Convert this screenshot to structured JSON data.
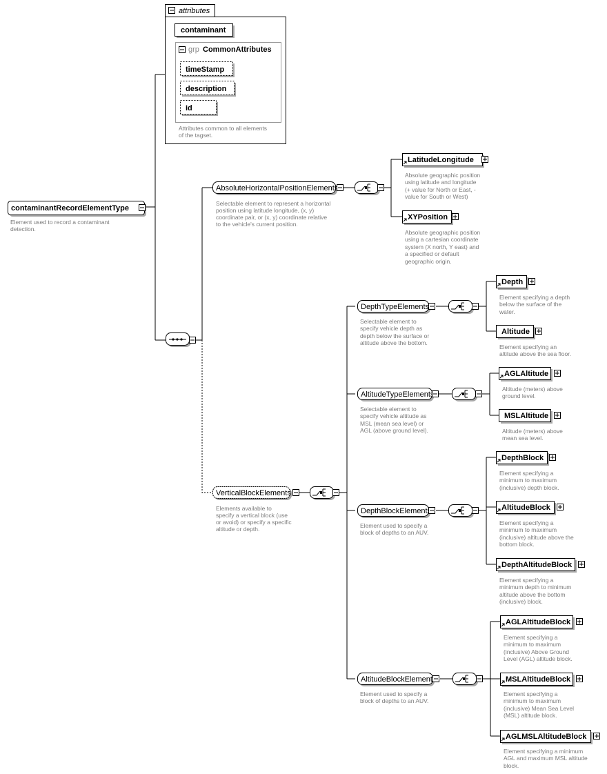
{
  "attributes": {
    "title": "attributes",
    "contaminant": "contaminant",
    "group": {
      "prefix": "grp",
      "name": "CommonAttributes",
      "items": [
        "timeStamp",
        "description",
        "id"
      ]
    },
    "doc": [
      "Attributes common to all elements",
      "of the tagset."
    ]
  },
  "root": {
    "name": "contaminantRecordElementType",
    "doc": [
      "Element used to record a contaminant",
      "detection."
    ]
  },
  "groups": {
    "absHorizontal": {
      "name": "AbsoluteHorizontalPositionElements",
      "doc": [
        "Selectable element to represent a horizontal",
        "position using latitude longitude, (x, y)",
        "coordinate pair, or (x, y) coordinate relative",
        "to the vehicle's current position."
      ]
    },
    "vertical": {
      "name": "VerticalBlockElements",
      "doc": [
        "Elements available to",
        "specify a vertical block (use",
        "or avoid) or specify a specific",
        "altitude or depth."
      ]
    },
    "depthType": {
      "name": "DepthTypeElements",
      "doc": [
        "Selectable element to",
        "specify vehicle depth as",
        "depth below the surface or",
        "altitude above the bottom."
      ]
    },
    "altitudeType": {
      "name": "AltitudeTypeElements",
      "doc": [
        "Selectable element to",
        "specify vehicle altitude as",
        "MSL (mean sea level) or",
        "AGL (above ground level)."
      ]
    },
    "depthBlock": {
      "name": "DepthBlockElements",
      "doc": [
        "Element used to specify a",
        "block of depths to an AUV."
      ]
    },
    "altitudeBlock": {
      "name": "AltitudeBlockElements",
      "doc": [
        "Element used to specify a",
        "block of depths to an AUV."
      ]
    }
  },
  "elements": {
    "latlon": {
      "name": "LatitudeLongitude",
      "doc": [
        "Absolute geographic position",
        "using latitude and longitude",
        "(+ value for North or East, -",
        "value for South or West)"
      ]
    },
    "xy": {
      "name": "XYPosition",
      "doc": [
        "Absolute geographic position",
        "using a cartesian coordinate",
        "system (X north, Y east) and",
        "a specified or default",
        "geographic origin."
      ]
    },
    "depth": {
      "name": "Depth",
      "doc": [
        "Element specifying a depth",
        "below the surface of the",
        "water."
      ]
    },
    "altitude": {
      "name": "Altitude",
      "doc": [
        "Element specifying an",
        "altitude above the sea floor."
      ]
    },
    "agl": {
      "name": "AGLAltitude",
      "doc": [
        "Altitude (meters) above",
        "ground level."
      ]
    },
    "msl": {
      "name": "MSLAltitude",
      "doc": [
        "Altitude (meters) above",
        "mean sea level."
      ]
    },
    "depthBlock": {
      "name": "DepthBlock",
      "doc": [
        "Element specifying a",
        "minimum to maximum",
        "(inclusive) depth block."
      ]
    },
    "altitudeBlock": {
      "name": "AltitudeBlock",
      "doc": [
        "Element specifying a",
        "minimum to maximum",
        "(inclusive) altitude above the",
        "bottom block."
      ]
    },
    "depthAltitudeBlock": {
      "name": "DepthAltitudeBlock",
      "doc": [
        "Element specifying a",
        "minimum depth to minimum",
        "altitude above the bottom",
        "(inclusive) block."
      ]
    },
    "aglAltitudeBlock": {
      "name": "AGLAltitudeBlock",
      "doc": [
        "Element specifying a",
        "minimum to maximum",
        "(inclusive) Above Ground",
        "Level (AGL) altitude block."
      ]
    },
    "mslAltitudeBlock": {
      "name": "MSLAltitudeBlock",
      "doc": [
        "Element specifying a",
        "minimum to maximum",
        "(inclusive) Mean Sea Level",
        "(MSL) altitude block."
      ]
    },
    "aglMslAltitudeBlock": {
      "name": "AGLMSLAltitudeBlock",
      "doc": [
        "Element specifying a minimum",
        "AGL and maximum MSL altitude",
        "block."
      ]
    }
  }
}
